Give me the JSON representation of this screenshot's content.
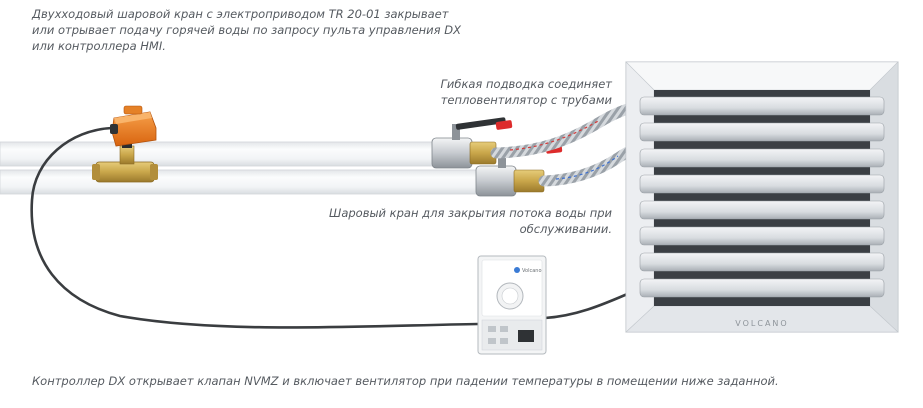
{
  "captions": {
    "valve": [
      "Двухходовый шаровой кран с электроприводом TR 20-01 закрывает",
      "или отрывает подачу горячей воды по запросу пульта управления DX",
      "или контроллера HMI."
    ],
    "flex_hose": [
      "Гибкая подводка соединяет",
      "тепловентилятор с трубами"
    ],
    "ball_valve": [
      "Шаровый кран для закрытия потока воды при",
      "обслуживании."
    ],
    "controller": "Контроллер DX открывает клапан NVMZ и включает вентилятор при падении температуры в помещении ниже заданной."
  },
  "heater": {
    "brand": "VOLCANO",
    "louver_count": 8
  },
  "thermostat": {
    "logo": "Volcano"
  },
  "colors": {
    "actuator": "#f07d1a",
    "brass": "#c9a64a",
    "pipe": "#eef0f2",
    "cable": "#3a3d40",
    "caption": "#555a60"
  }
}
